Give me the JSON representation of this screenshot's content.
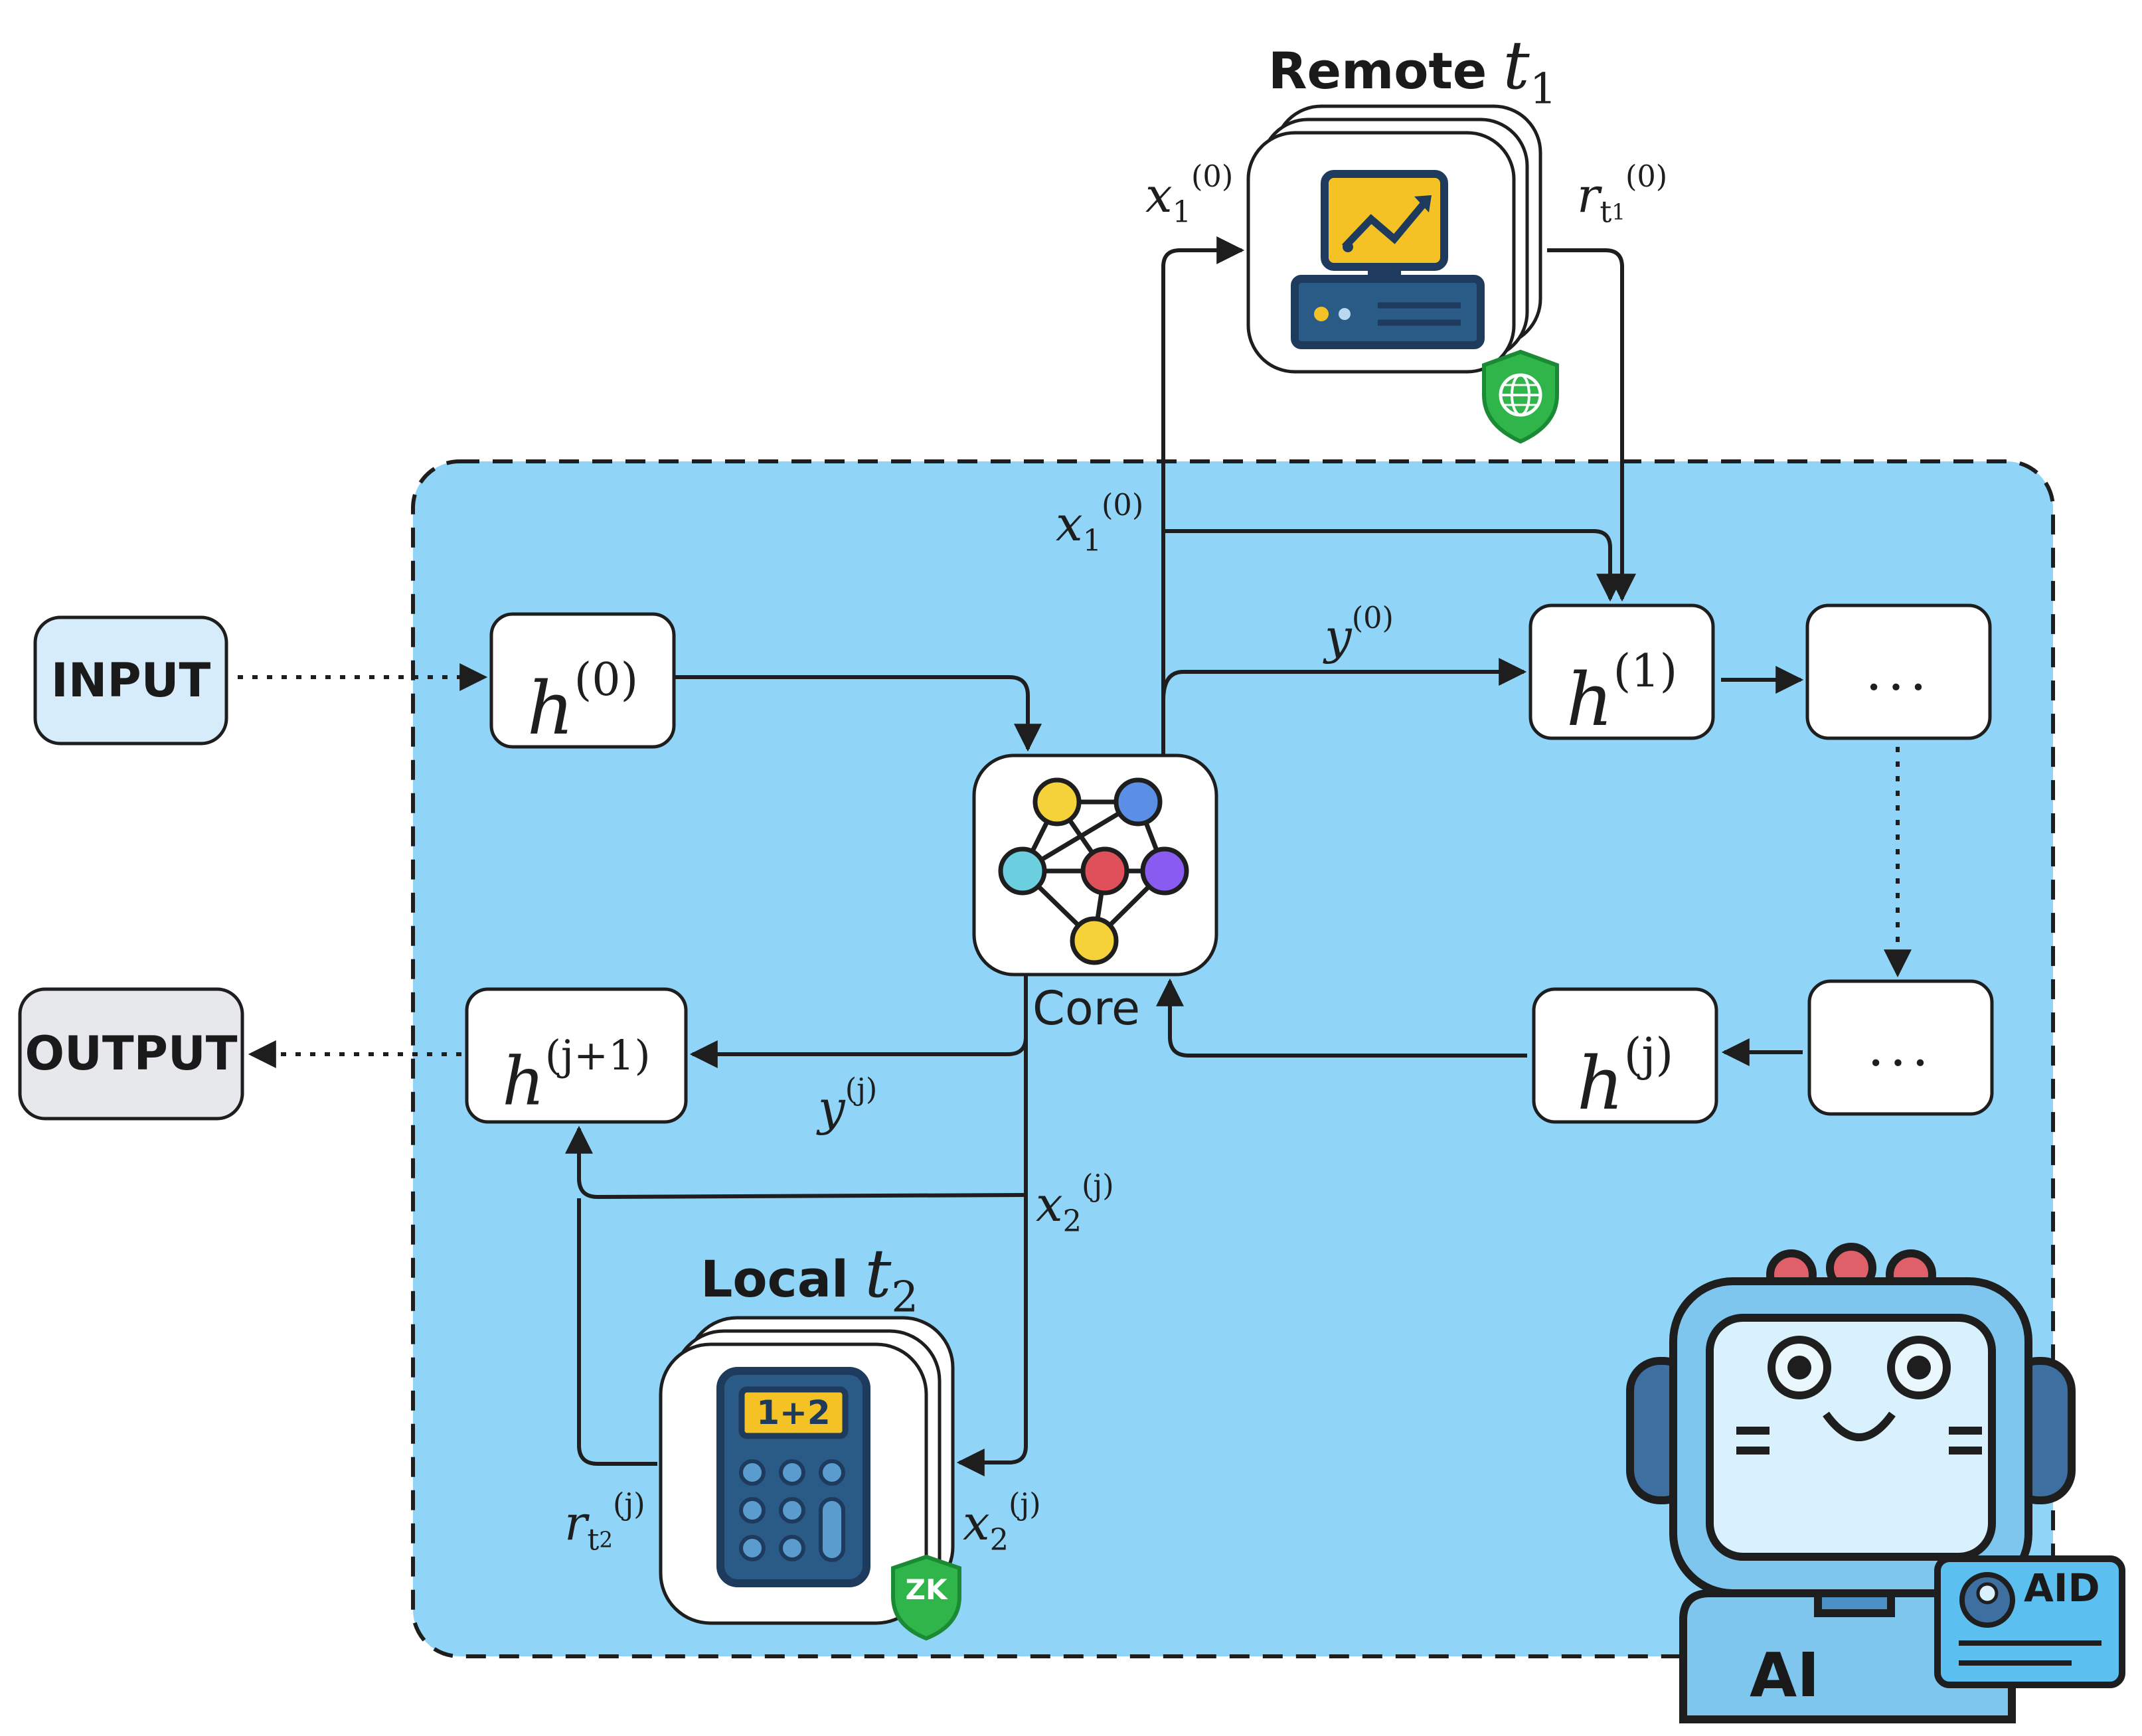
{
  "io": {
    "input": "INPUT",
    "output": "OUTPUT"
  },
  "nodes": {
    "h0": {
      "base": "h",
      "sup": "(0)"
    },
    "h1": {
      "base": "h",
      "sup": "(1)"
    },
    "hj": {
      "base": "h",
      "sup": "(j)"
    },
    "hj1": {
      "base": "h",
      "sup": "(j+1)"
    },
    "dots_top": "...",
    "dots_bottom": "...",
    "core": "Core"
  },
  "tools": {
    "remote": {
      "word": "Remote",
      "var": "t",
      "sub": "1"
    },
    "local": {
      "word": "Local",
      "var": "t",
      "sub": "2"
    },
    "calc_display": "1+2",
    "zk_badge": "ZK"
  },
  "edges": {
    "x1_top": {
      "base": "x",
      "sub": "1",
      "sup": "(0)"
    },
    "x1_mid": {
      "base": "x",
      "sub": "1",
      "sup": "(0)"
    },
    "r_t1": {
      "base": "r",
      "sub": "t",
      "subsub": "1",
      "sup": "(0)"
    },
    "y0": {
      "base": "y",
      "sup": "(0)"
    },
    "yj": {
      "base": "y",
      "sup": "(j)"
    },
    "x2_mid": {
      "base": "x",
      "sub": "2",
      "sup": "(j)"
    },
    "x2_bottom": {
      "base": "x",
      "sub": "2",
      "sup": "(j)"
    },
    "r_t2": {
      "base": "r",
      "sub": "t",
      "subsub": "2",
      "sup": "(j)"
    }
  },
  "robot": {
    "ai_label": "AI",
    "badge_label": "AID"
  },
  "colors": {
    "region_fill": "#90d5f7",
    "input_fill": "#d6ecfa",
    "output_fill": "#e6e8eb",
    "stroke": "#1e1e1e",
    "node_yellow": "#f5d23a",
    "node_blue": "#5b8fe6",
    "node_cyan": "#6ccfdf",
    "node_red": "#e0505a",
    "node_purple": "#8a5bf0",
    "shield_green": "#2fb54a",
    "monitor_navy": "#264e72",
    "robot_blue": "#7fc6ef"
  },
  "icons": [
    "neural-network-icon",
    "server-monitor-icon",
    "globe-shield-icon",
    "calculator-icon",
    "zk-shield-icon",
    "robot-mascot-icon",
    "id-card-icon"
  ]
}
